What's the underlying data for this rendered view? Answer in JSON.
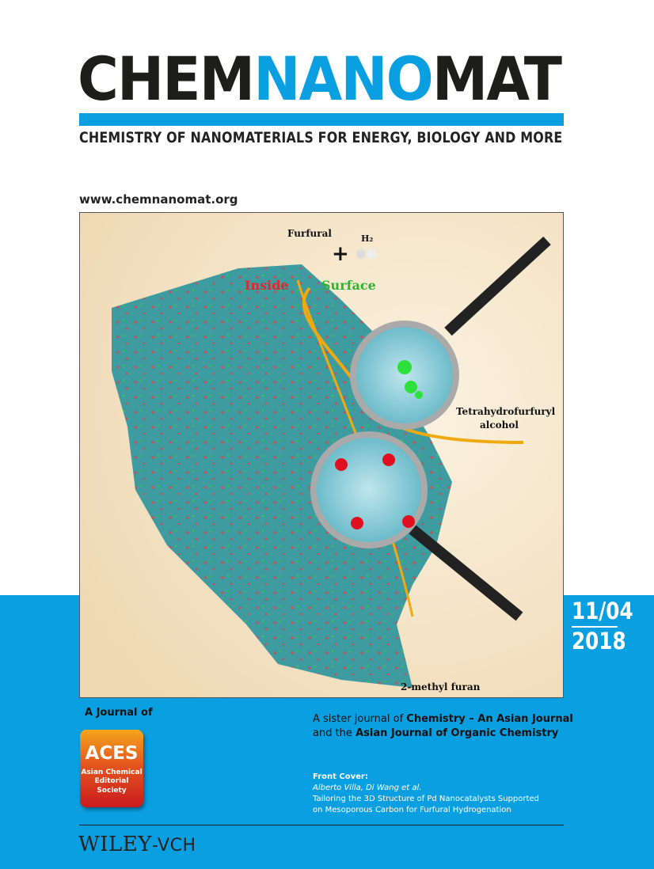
{
  "masthead": {
    "logo_part1": "CHEM",
    "logo_part2": "NANO",
    "logo_part3": "MAT",
    "tagline": "CHEMISTRY OF NANOMATERIALS FOR ENERGY, BIOLOGY AND MORE",
    "url": "www.chemnanomat.org"
  },
  "illustration": {
    "furfural": "Furfural",
    "h2": "H₂",
    "inside": "Inside",
    "surface": "Surface",
    "product1_line1": "Tetrahydrofurfuryl",
    "product1_line2": "alcohol",
    "product2": "2-methyl furan",
    "plus": "+"
  },
  "issue": {
    "number": "11/04",
    "year": "2018"
  },
  "journal_of": "A Journal of",
  "aces": {
    "abbr": "ACES",
    "line1": "Asian Chemical",
    "line2": "Editorial Society"
  },
  "sister": {
    "prefix": "A sister journal of ",
    "journal1": "Chemistry – An Asian Journal",
    "mid": "and the ",
    "journal2": "Asian Journal of Organic Chemistry"
  },
  "front_cover": {
    "heading": "Front Cover:",
    "authors": "Alberto Villa, Di Wang et al.",
    "title_line1": "Tailoring the 3D Structure of Pd Nanocatalysts Supported",
    "title_line2": "on Mesoporous Carbon for Furfural Hydrogenation"
  },
  "publisher": {
    "name": "WILEY",
    "suffix": "-VCH"
  },
  "colors": {
    "brand_blue": "#0a9fe0",
    "inside": "#e3262b",
    "surface": "#2cb52c"
  }
}
